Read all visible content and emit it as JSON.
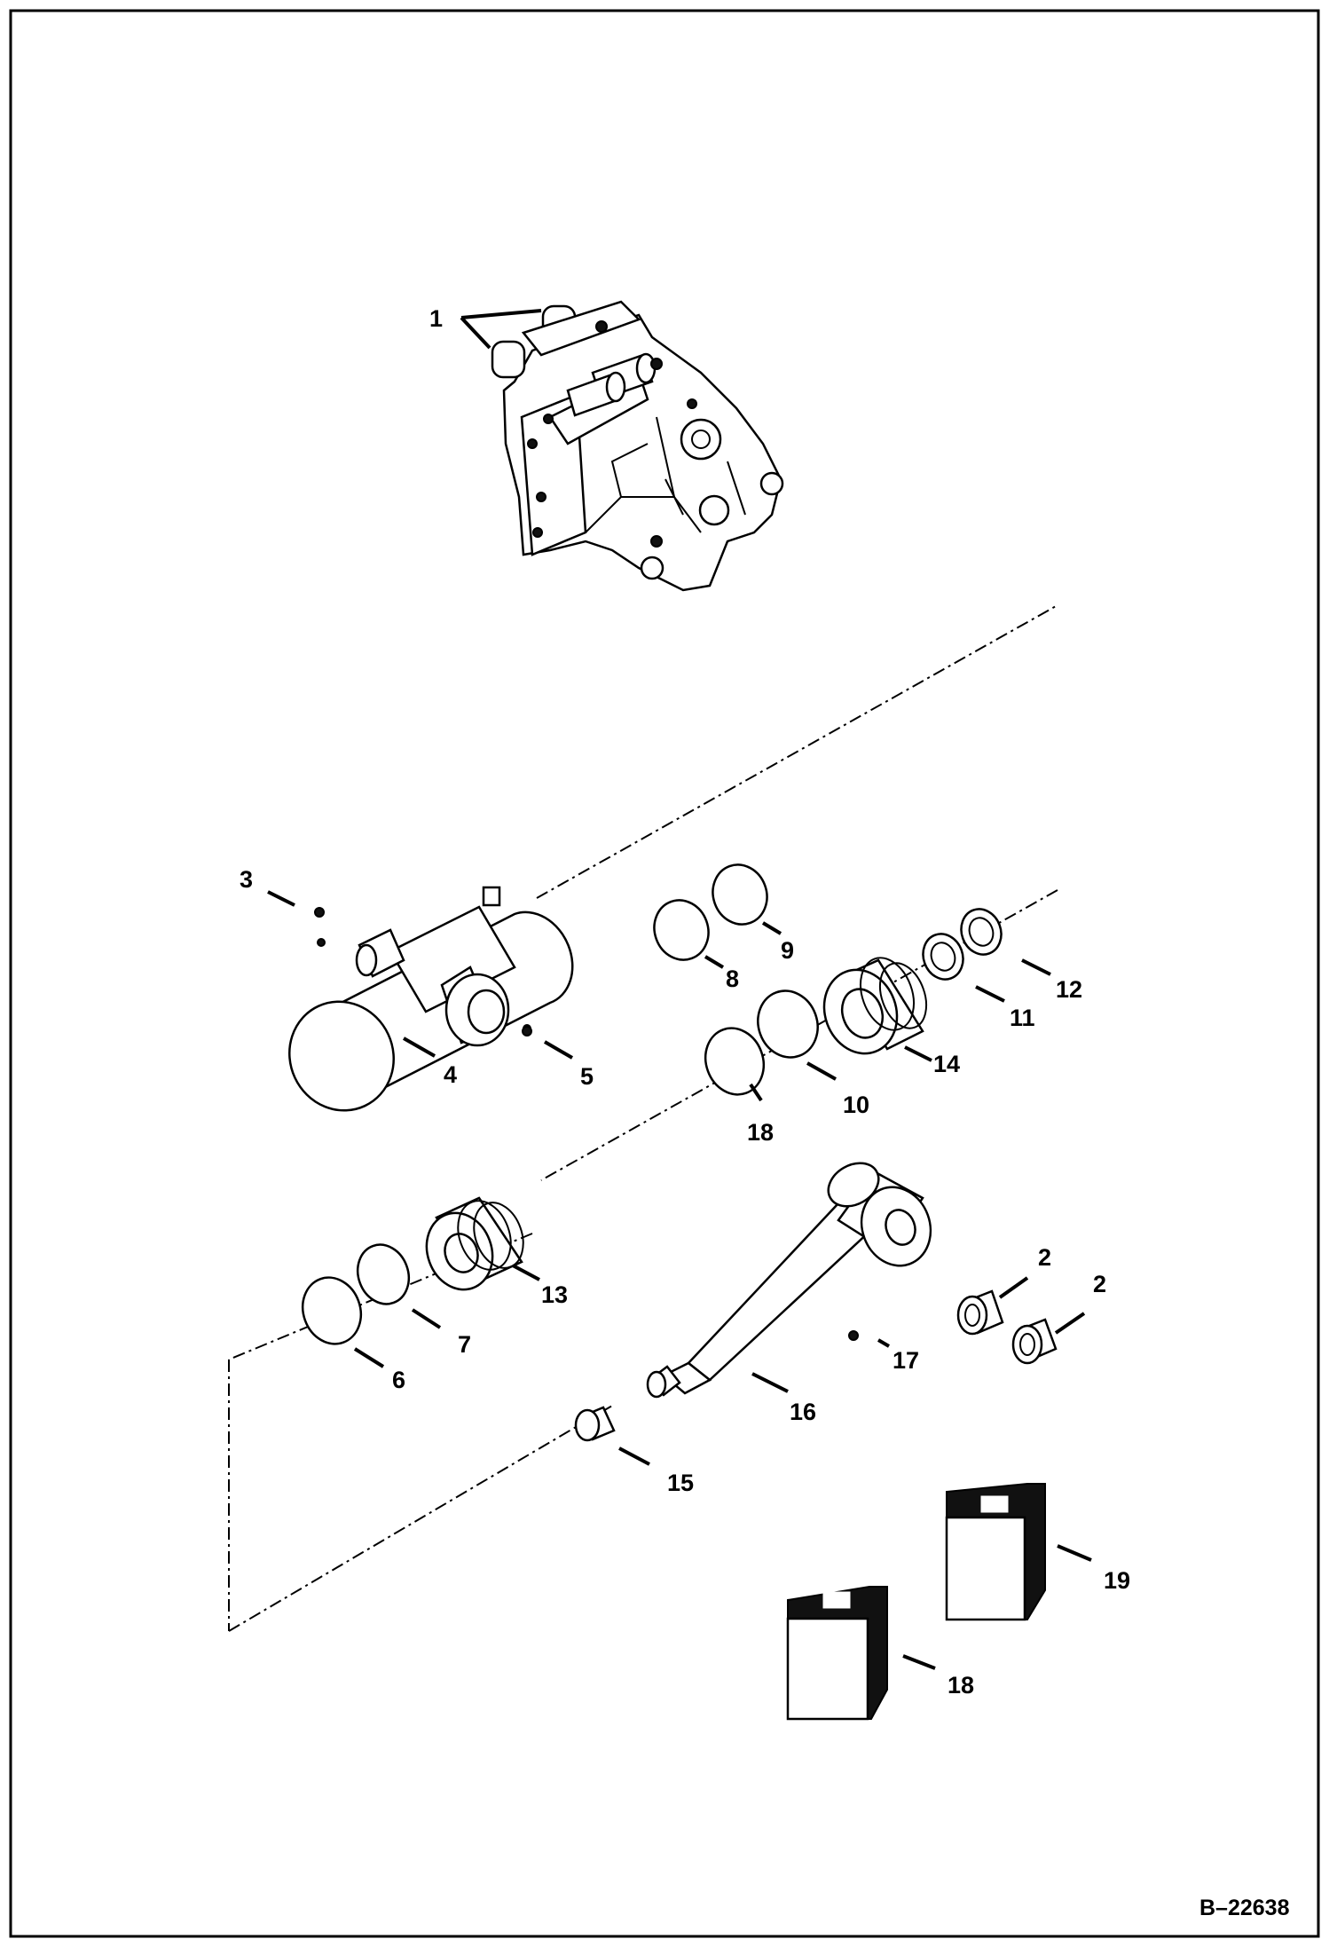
{
  "diagram": {
    "reference_code": "B–22638",
    "callouts": [
      {
        "id": "c1",
        "label": "1"
      },
      {
        "id": "c2a",
        "label": "2"
      },
      {
        "id": "c2b",
        "label": "2"
      },
      {
        "id": "c3",
        "label": "3"
      },
      {
        "id": "c4",
        "label": "4"
      },
      {
        "id": "c5",
        "label": "5"
      },
      {
        "id": "c6",
        "label": "6"
      },
      {
        "id": "c7",
        "label": "7"
      },
      {
        "id": "c8",
        "label": "8"
      },
      {
        "id": "c9",
        "label": "9"
      },
      {
        "id": "c10",
        "label": "10"
      },
      {
        "id": "c11",
        "label": "11"
      },
      {
        "id": "c12",
        "label": "12"
      },
      {
        "id": "c13",
        "label": "13"
      },
      {
        "id": "c14",
        "label": "14"
      },
      {
        "id": "c15",
        "label": "15"
      },
      {
        "id": "c16",
        "label": "16"
      },
      {
        "id": "c17",
        "label": "17"
      },
      {
        "id": "c18a",
        "label": "18"
      },
      {
        "id": "c18b",
        "label": "18"
      },
      {
        "id": "c19",
        "label": "19"
      }
    ]
  }
}
